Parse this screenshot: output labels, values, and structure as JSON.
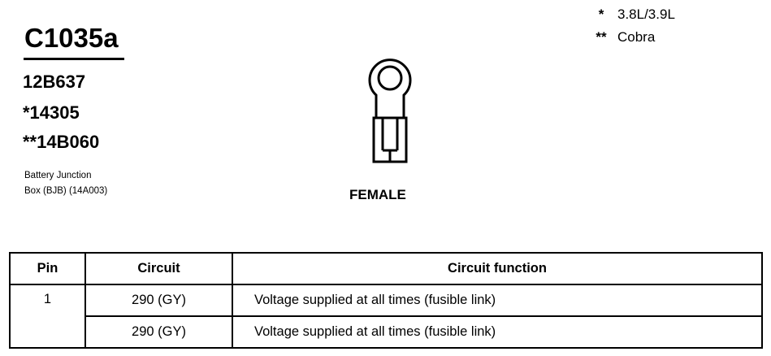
{
  "connector": {
    "id": "C1035a",
    "part_numbers": [
      "12B637",
      "*14305",
      "**14B060"
    ],
    "description_lines": [
      "Battery Junction",
      "Box (BJB) (14A003)"
    ],
    "view_label": "FEMALE"
  },
  "legend": [
    {
      "mark": "*",
      "text": "3.8L/3.9L"
    },
    {
      "mark": "**",
      "text": "Cobra"
    }
  ],
  "table": {
    "headers": {
      "pin": "Pin",
      "circuit": "Circuit",
      "function": "Circuit function"
    },
    "rows": [
      {
        "pin": "1",
        "circuit": "290 (GY)",
        "function": "Voltage supplied at all times (fusible link)"
      },
      {
        "pin": "",
        "circuit": "290 (GY)",
        "function": "Voltage supplied at all times (fusible link)"
      }
    ]
  }
}
